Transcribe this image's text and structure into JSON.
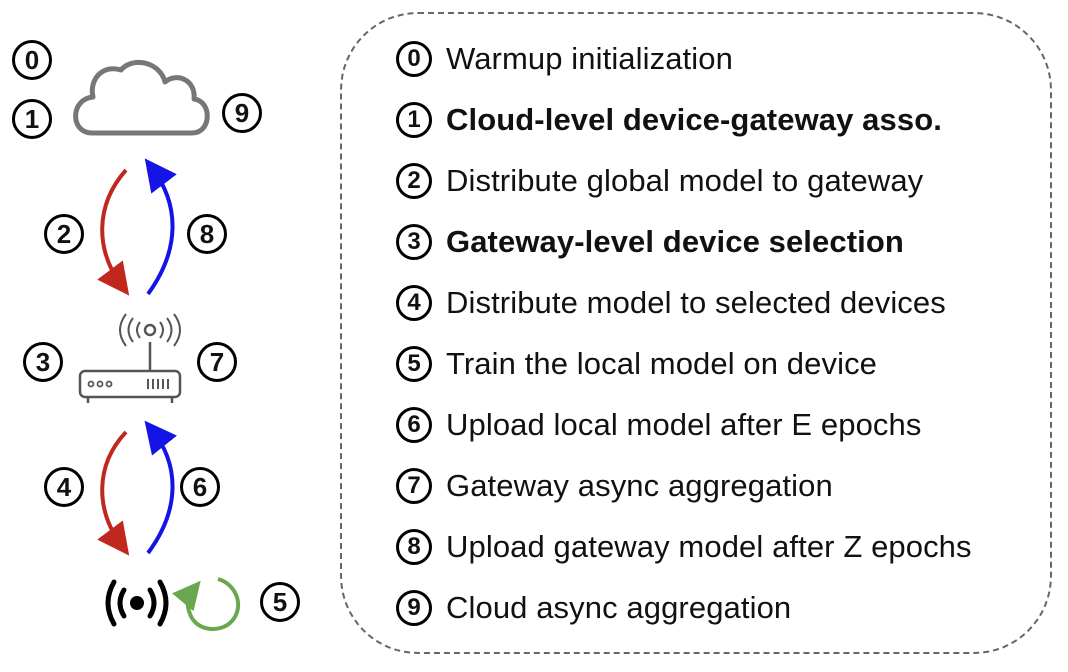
{
  "badges": [
    "0",
    "1",
    "9",
    "2",
    "8",
    "3",
    "7",
    "4",
    "6",
    "5"
  ],
  "legend": {
    "items": [
      {
        "num": "0",
        "text": "Warmup initialization",
        "bold": false
      },
      {
        "num": "1",
        "text": "Cloud-level device-gateway asso.",
        "bold": true
      },
      {
        "num": "2",
        "text": "Distribute global model to gateway",
        "bold": false
      },
      {
        "num": "3",
        "text": "Gateway-level device selection",
        "bold": true
      },
      {
        "num": "4",
        "text": "Distribute model to selected devices",
        "bold": false
      },
      {
        "num": "5",
        "text": "Train the local model on device",
        "bold": false
      },
      {
        "num": "6",
        "text": "Upload local model after E epochs",
        "bold": false
      },
      {
        "num": "7",
        "text": "Gateway async aggregation",
        "bold": false
      },
      {
        "num": "8",
        "text": "Upload gateway model after Z epochs",
        "bold": false
      },
      {
        "num": "9",
        "text": "Cloud async aggregation",
        "bold": false
      }
    ]
  },
  "colors": {
    "downlink_arrow": "#c0281e",
    "uplink_arrow": "#1414e6",
    "local_loop": "#6aa84f",
    "cloud_outline": "#777777",
    "gateway_outline": "#555555"
  },
  "icons": [
    "cloud-icon",
    "gateway-router-icon",
    "device-signal-icon",
    "loop-arrow-icon"
  ]
}
